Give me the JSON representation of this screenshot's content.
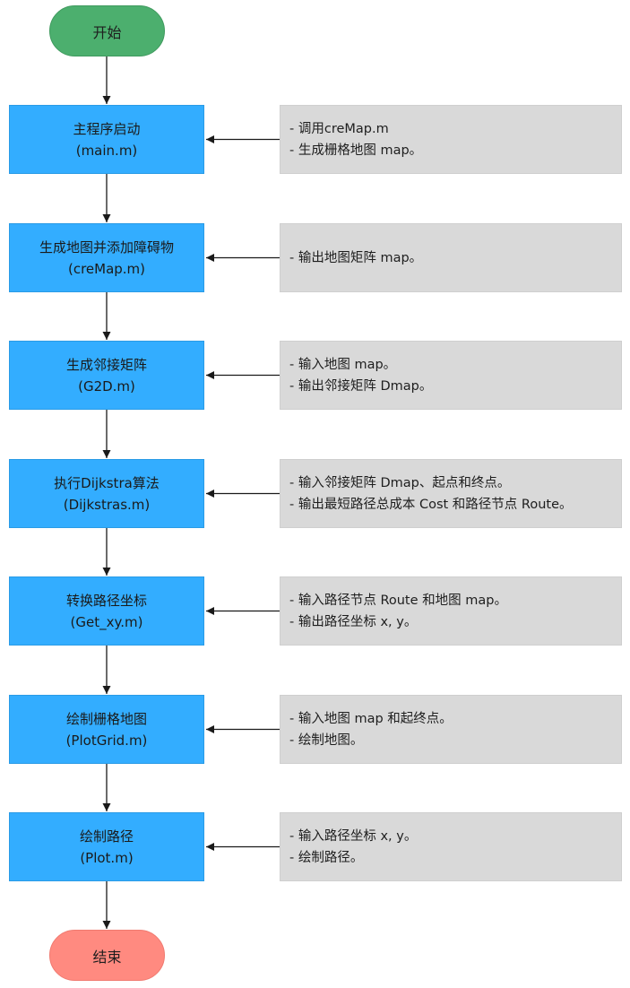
{
  "flow": {
    "start_label": "开始",
    "end_label": "结束",
    "steps": [
      {
        "title": "主程序启动",
        "file": "(main.m)",
        "notes": [
          "调用creMap.m",
          "生成栅格地图 map。"
        ]
      },
      {
        "title": "生成地图并添加障碍物",
        "file": "(creMap.m)",
        "notes": [
          "输出地图矩阵 map。"
        ]
      },
      {
        "title": "生成邻接矩阵",
        "file": "(G2D.m)",
        "notes": [
          "输入地图 map。",
          "输出邻接矩阵 Dmap。"
        ]
      },
      {
        "title": "执行Dijkstra算法",
        "file": "(Dijkstras.m)",
        "notes": [
          "输入邻接矩阵 Dmap、起点和终点。",
          "输出最短路径总成本 Cost 和路径节点 Route。"
        ]
      },
      {
        "title": "转换路径坐标",
        "file": "(Get_xy.m)",
        "notes": [
          "输入路径节点 Route 和地图 map。",
          "输出路径坐标 x, y。"
        ]
      },
      {
        "title": "绘制栅格地图",
        "file": "(PlotGrid.m)",
        "notes": [
          "输入地图 map 和起终点。",
          "绘制地图。"
        ]
      },
      {
        "title": "绘制路径",
        "file": "(Plot.m)",
        "notes": [
          "输入路径坐标 x, y。",
          "绘制路径。"
        ]
      }
    ]
  },
  "colors": {
    "start": "#4caf6e",
    "end": "#ff8a80",
    "step": "#33adff",
    "note": "#d9d9d9",
    "arrow": "#1a1a1a"
  }
}
